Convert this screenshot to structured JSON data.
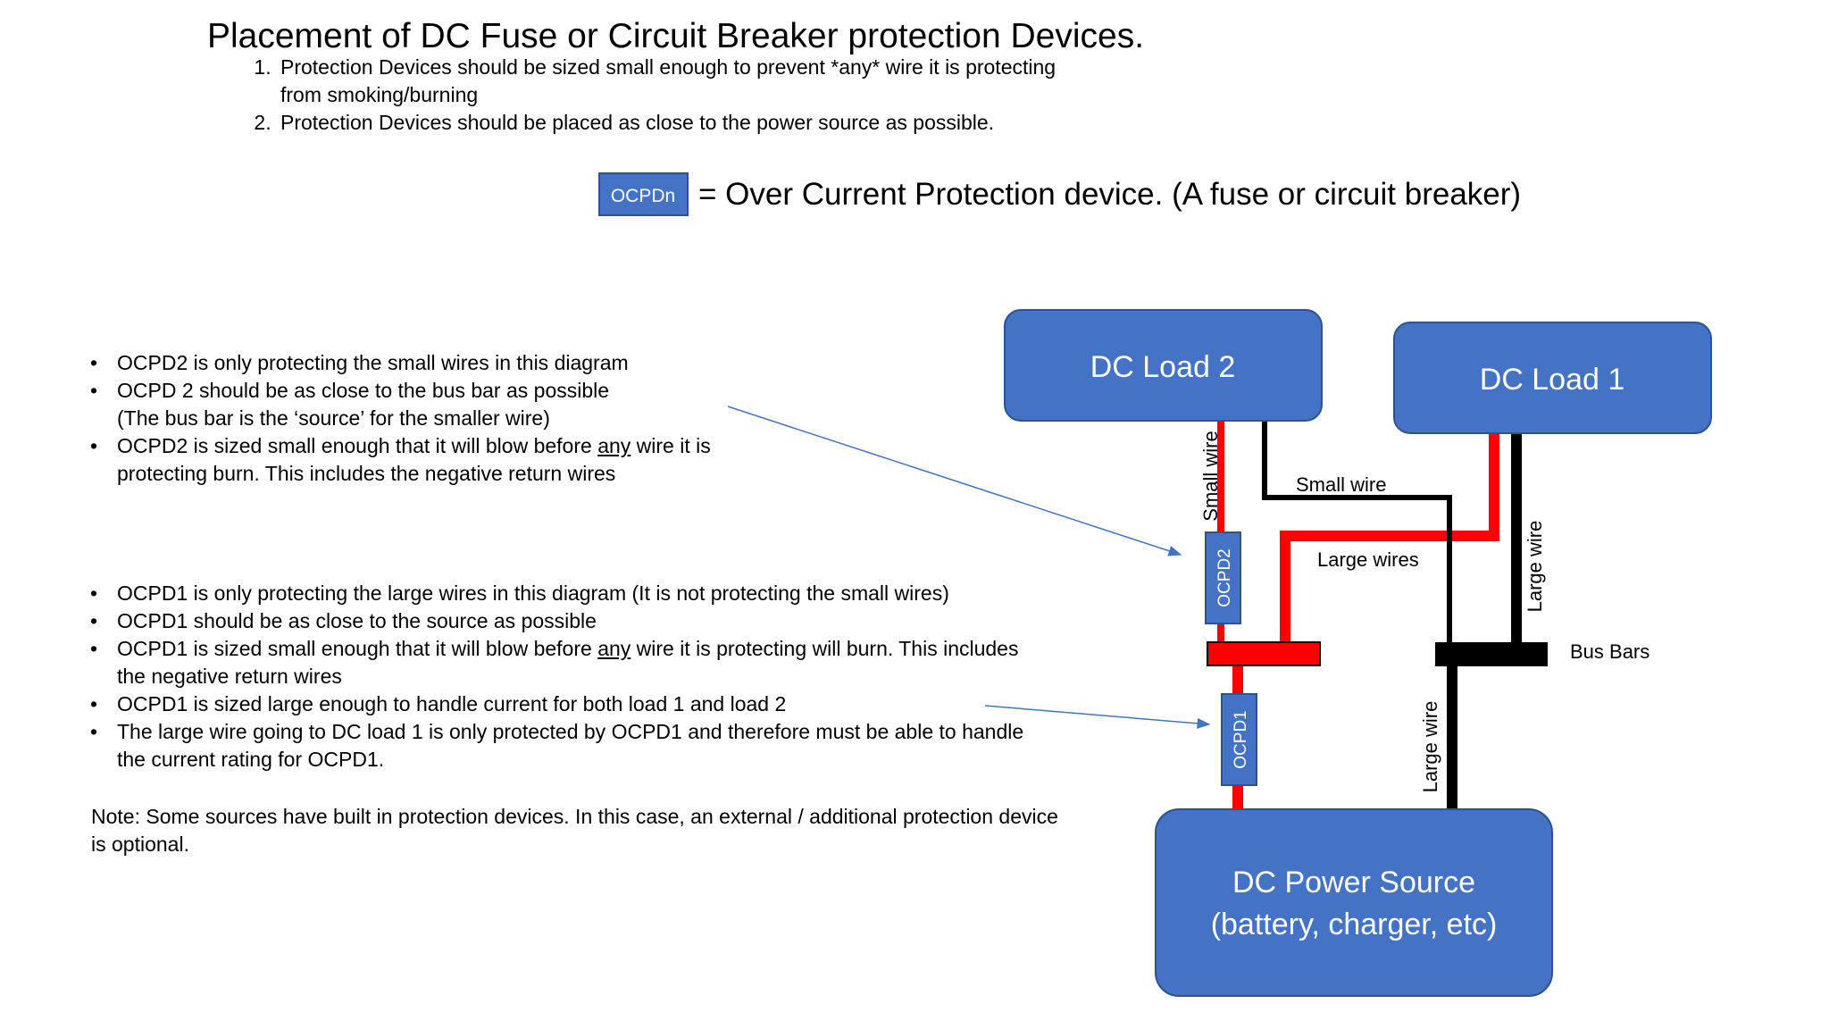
{
  "title": "Placement of DC Fuse or Circuit Breaker protection Devices.",
  "rules": [
    "Protection Devices should be sized small enough to prevent *any* wire it is protecting from smoking/burning",
    "Protection Devices should be placed as close to the power source as possible."
  ],
  "legend": {
    "box_label": "OCPDn",
    "text": "= Over Current Protection device. (A fuse or circuit breaker)"
  },
  "ocpd2_notes": {
    "b1": "OCPD2 is only protecting the small wires in this diagram",
    "b2a": "OCPD 2 should be as close to the bus bar as possible",
    "b2b": "(The bus bar is the ‘source’ for the smaller wire)",
    "b3_pre": "OCPD2 is sized small enough that it will blow before ",
    "b3_u": "any",
    "b3_post": " wire it is protecting burn. This includes the negative return wires"
  },
  "ocpd1_notes": {
    "b1": "OCPD1 is only protecting the large wires in this diagram (It is not protecting the small wires)",
    "b2": "OCPD1 should be as close to the source as possible",
    "b3_pre": "OCPD1 is sized small enough that it will blow before ",
    "b3_u": "any",
    "b3_post": " wire it is protecting  will burn.  This includes the negative return wires",
    "b4": "OCPD1 is sized large enough to handle current for both load 1 and load 2",
    "b5": "The large wire going to DC load 1 is only protected by OCPD1 and therefore must be able to handle the current rating for OCPD1."
  },
  "note": "Note: Some sources have built in protection devices.  In this case, an external / additional protection device is optional.",
  "diagram": {
    "load2": "DC Load 2",
    "load1": "DC Load 1",
    "source_line1": "DC Power Source",
    "source_line2": "(battery, charger, etc)",
    "ocpd2": "OCPD2",
    "ocpd1": "OCPD1",
    "small_wire_vertical": "Small wire",
    "small_wire_horizontal": "Small wire",
    "large_wires": "Large wires",
    "large_wire_right": "Large wire",
    "large_wire_bottom": "Large wire",
    "bus_bars": "Bus Bars"
  },
  "colors": {
    "box_fill": "#4472c4",
    "box_stroke": "#2f528f",
    "positive": "#ff0000",
    "negative": "#000000",
    "arrow": "#4472c4"
  }
}
